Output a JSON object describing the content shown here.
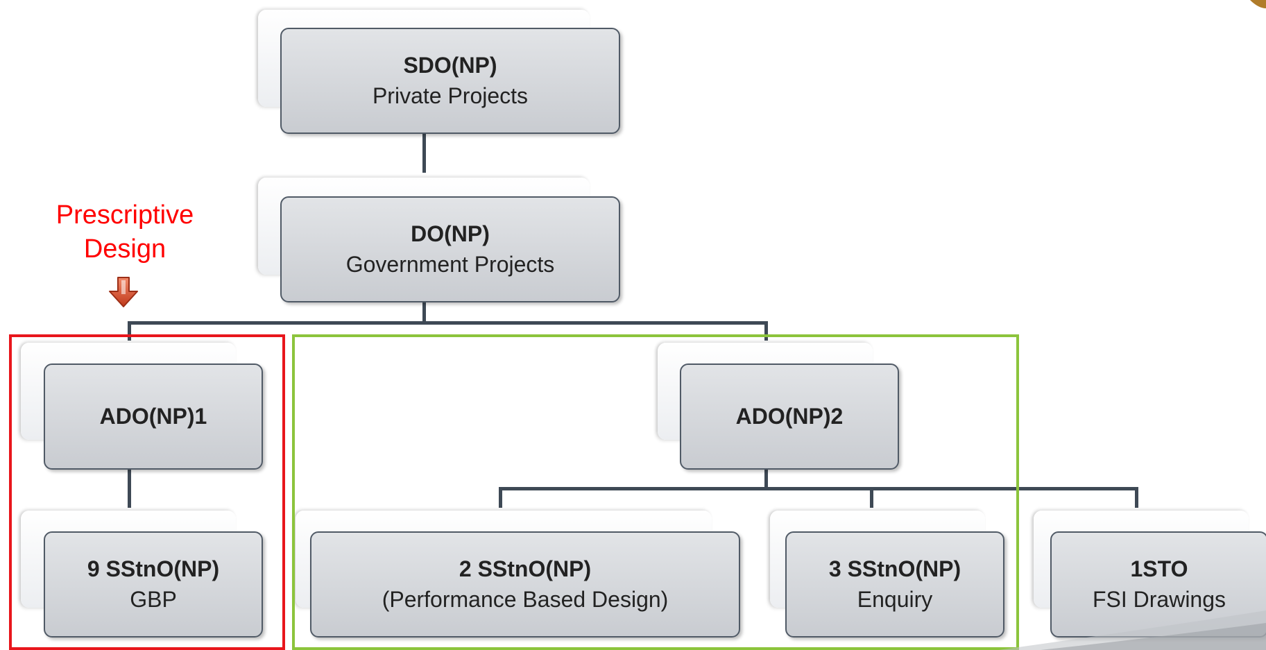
{
  "nodes": {
    "sdo": {
      "title": "SDO(NP)",
      "subtitle": "Private Projects"
    },
    "do": {
      "title": "DO(NP)",
      "subtitle": "Government Projects"
    },
    "ado1": {
      "title": "ADO(NP)1"
    },
    "ado2": {
      "title": "ADO(NP)2"
    },
    "sstno9": {
      "title": "9 SStnO(NP)",
      "subtitle": "GBP"
    },
    "sstno2": {
      "title": "2 SStnO(NP)",
      "subtitle": "(Performance Based Design)"
    },
    "sstno3": {
      "title": "3 SStnO(NP)",
      "subtitle": "Enquiry"
    },
    "sto1": {
      "title": "1STO",
      "subtitle": "FSI Drawings"
    }
  },
  "callout": {
    "line1": "Prescriptive",
    "line2": "Design"
  },
  "colors": {
    "callout_text": "#ff0000",
    "red_frame": "#e8161c",
    "green_frame": "#8cc43c",
    "connector": "#3e4955",
    "node_fill": "#d6d9dd"
  }
}
